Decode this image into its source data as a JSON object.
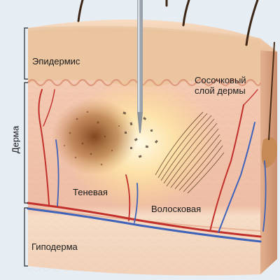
{
  "labels": {
    "epidermis": "Эпидермис",
    "papillary_line1": "Сосочковый",
    "papillary_line2": "слой дермы",
    "dermis": "Дерма",
    "shadow": "Теневая",
    "hair": "Волосковая",
    "hypodermis": "Гиподерма"
  },
  "colors": {
    "background": "#e6edf3",
    "epidermis": "#ecc8a6",
    "dermis": "#f2c6ae",
    "hypodermis": "#f4d5bd",
    "artery": "#c2302b",
    "vein": "#3f63b8",
    "pigment": "#8a4a22",
    "needle": "#9aa3ab",
    "glow": "#fff3c4"
  },
  "icons": [
    "needle-icon",
    "pigment-shadow",
    "hair-strokes",
    "blood-vessel"
  ]
}
